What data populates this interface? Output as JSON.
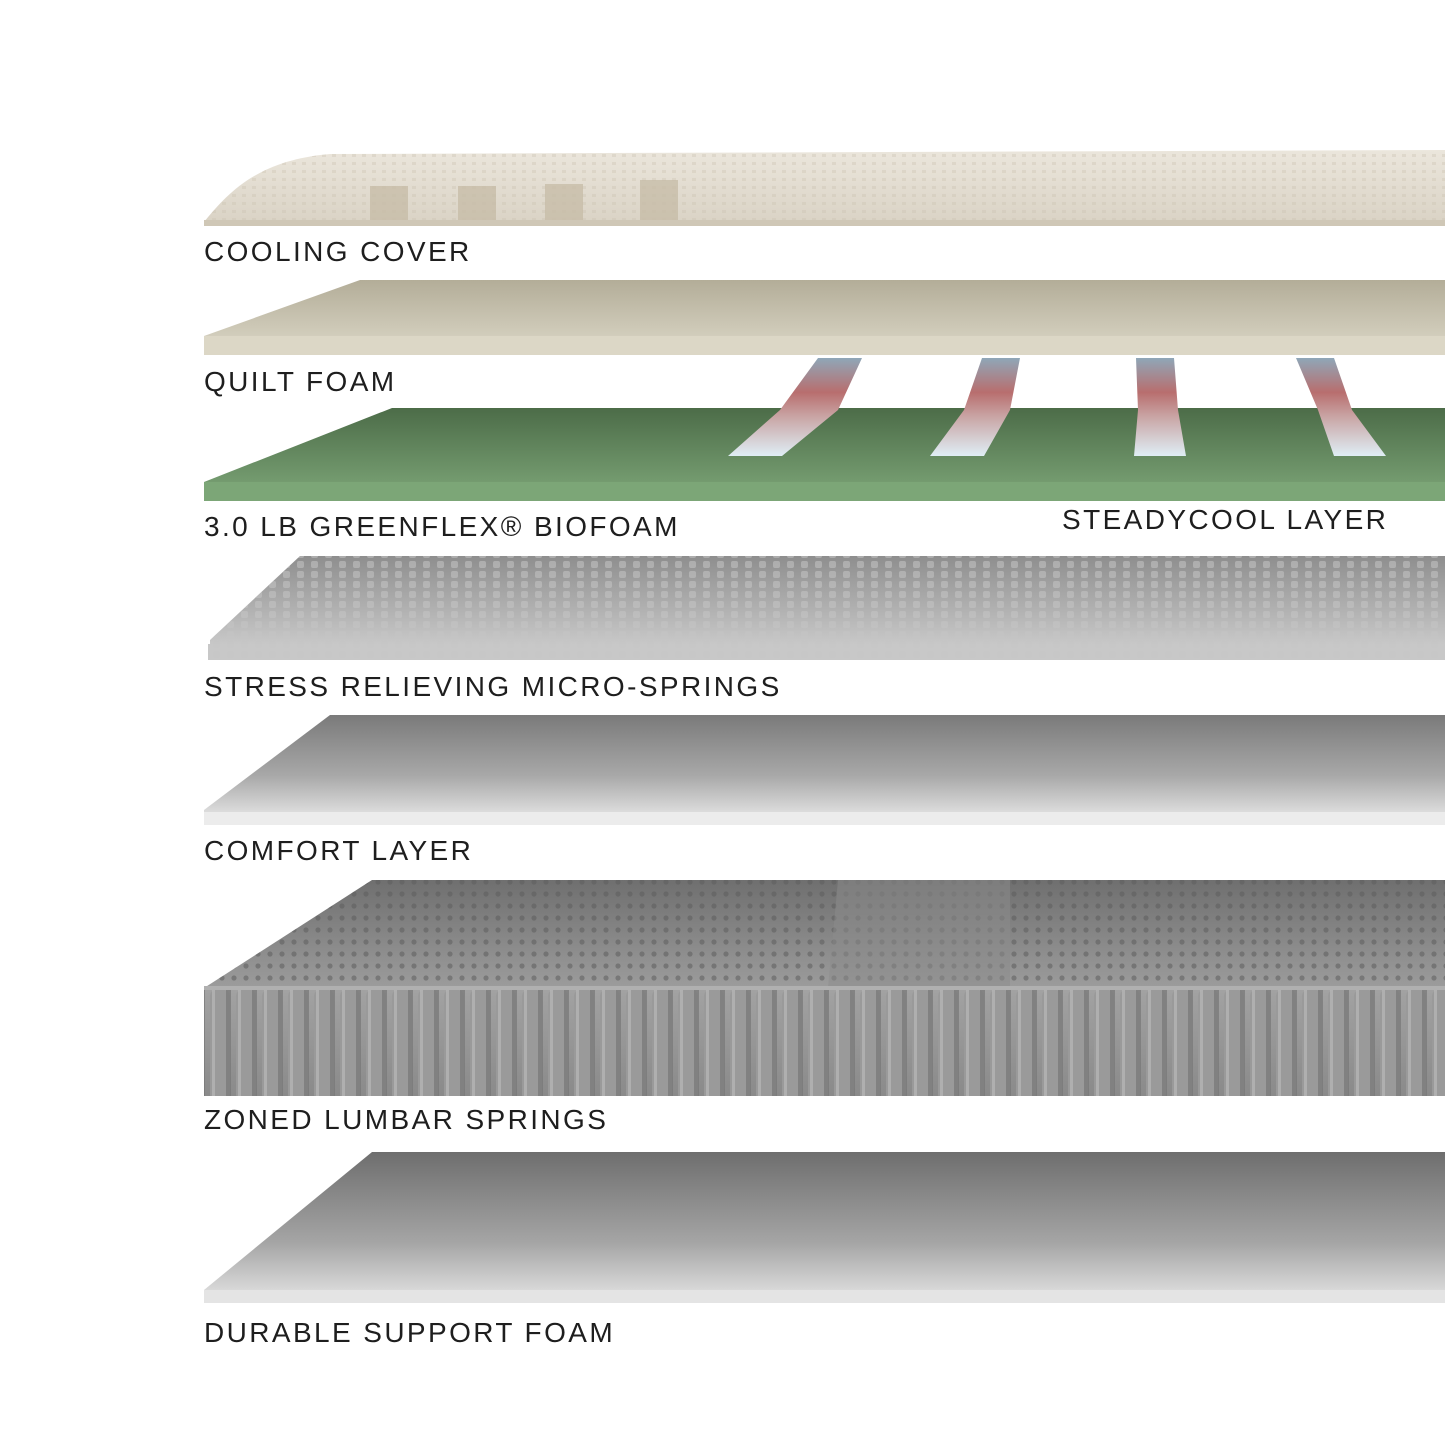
{
  "layers": [
    {
      "id": "cooling_cover",
      "label": "COOLING COVER",
      "color": "#e6e0d4"
    },
    {
      "id": "quilt_foam",
      "label": "QUILT FOAM",
      "color": "#c9c4b1"
    },
    {
      "id": "greenflex_biofoam",
      "label": "3.0 LB GREENFLEX® BIOFOAM",
      "color": "#5e875a"
    },
    {
      "id": "steadycool_layer",
      "label": "STEADYCOOL LAYER",
      "color": "#c98a8a"
    },
    {
      "id": "micro_springs",
      "label": "STRESS RELIEVING MICRO-SPRINGS",
      "color": "#b8b8b8"
    },
    {
      "id": "comfort_layer",
      "label": "COMFORT LAYER",
      "color": "#8d8d8d"
    },
    {
      "id": "zoned_lumbar_springs",
      "label": "ZONED LUMBAR SPRINGS",
      "color": "#8f8f8f"
    },
    {
      "id": "durable_support_foam",
      "label": "DURABLE SUPPORT FOAM",
      "color": "#7e7e7e"
    }
  ]
}
